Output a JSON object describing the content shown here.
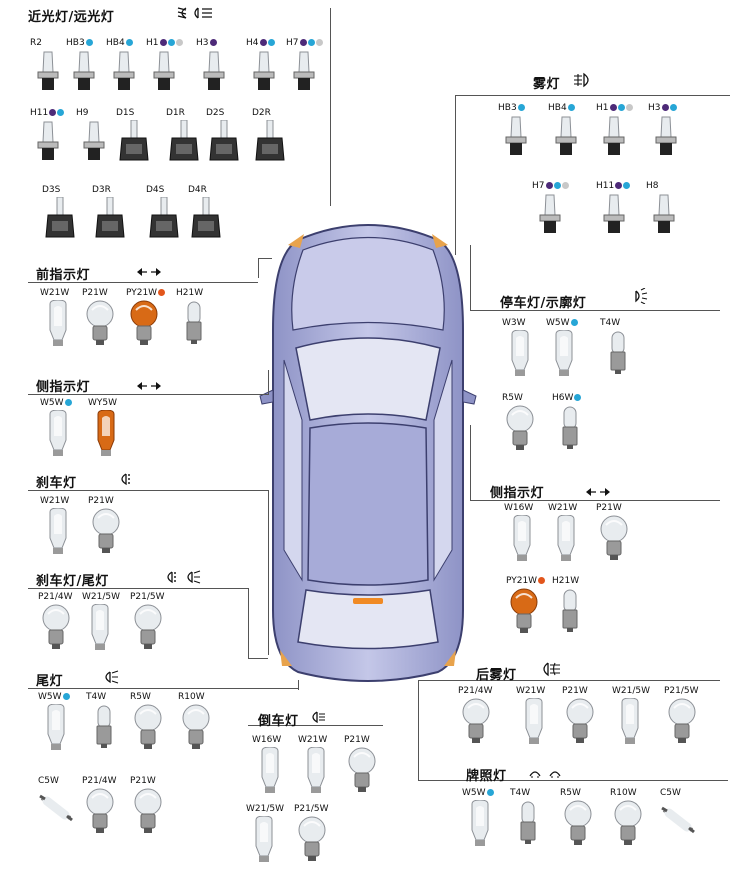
{
  "colors": {
    "glass": "#e8ecef",
    "amber": "#d86a16",
    "base": "#9a9a9a",
    "dot_purple": "#4d2a78",
    "dot_blue": "#27a6d6",
    "dot_grey": "#c8c8c8",
    "dot_orange": "#e2561c",
    "car_body": "#b4b8df",
    "car_outline": "#3c3f6e",
    "car_glass": "#e4e6f3"
  },
  "sections": {
    "low_high_beam": {
      "title": "近光灯/远光灯",
      "icon": "low-high-beam-icon"
    },
    "fog": {
      "title": "雾灯",
      "icon": "fog-light-icon"
    },
    "front_indicator": {
      "title": "前指示灯",
      "icon": "turn-arrows-icon"
    },
    "parking": {
      "title": "停车灯/示廓灯",
      "icon": "parking-light-icon"
    },
    "side_indicator_left": {
      "title": "侧指示灯",
      "icon": "turn-arrows-icon"
    },
    "side_indicator_right": {
      "title": "侧指示灯",
      "icon": "turn-arrows-icon"
    },
    "brake": {
      "title": "刹车灯",
      "icon": "brake-light-icon"
    },
    "brake_tail": {
      "title": "刹车灯/尾灯",
      "icon": "brake-tail-icon"
    },
    "rear_fog": {
      "title": "后雾灯",
      "icon": "rear-fog-icon"
    },
    "tail": {
      "title": "尾灯",
      "icon": "tail-light-icon"
    },
    "reverse": {
      "title": "倒车灯",
      "icon": "reverse-light-icon"
    },
    "plate": {
      "title": "牌照灯",
      "icon": "plate-light-icon"
    }
  },
  "bulbs": {
    "beam": [
      {
        "name": "R2",
        "dots": []
      },
      {
        "name": "HB3",
        "dots": [
          "blue"
        ]
      },
      {
        "name": "HB4",
        "dots": [
          "blue"
        ]
      },
      {
        "name": "H1",
        "dots": [
          "purple",
          "blue",
          "grey"
        ]
      },
      {
        "name": "H3",
        "dots": [
          "purple"
        ]
      },
      {
        "name": "H4",
        "dots": [
          "purple",
          "blue"
        ]
      },
      {
        "name": "H7",
        "dots": [
          "purple",
          "blue",
          "grey"
        ]
      },
      {
        "name": "H11",
        "dots": [
          "purple",
          "blue"
        ]
      },
      {
        "name": "H9",
        "dots": []
      },
      {
        "name": "D1S",
        "dots": []
      },
      {
        "name": "D1R",
        "dots": []
      },
      {
        "name": "D2S",
        "dots": []
      },
      {
        "name": "D2R",
        "dots": []
      },
      {
        "name": "D3S",
        "dots": []
      },
      {
        "name": "D3R",
        "dots": []
      },
      {
        "name": "D4S",
        "dots": []
      },
      {
        "name": "D4R",
        "dots": []
      }
    ],
    "fog": [
      {
        "name": "HB3",
        "dots": [
          "blue"
        ]
      },
      {
        "name": "HB4",
        "dots": [
          "blue"
        ]
      },
      {
        "name": "H1",
        "dots": [
          "purple",
          "blue",
          "grey"
        ]
      },
      {
        "name": "H3",
        "dots": [
          "purple",
          "blue"
        ]
      },
      {
        "name": "H7",
        "dots": [
          "purple",
          "blue",
          "grey"
        ]
      },
      {
        "name": "H11",
        "dots": [
          "purple",
          "blue"
        ]
      },
      {
        "name": "H8",
        "dots": []
      }
    ],
    "front_indicator": [
      {
        "name": "W21W",
        "dots": []
      },
      {
        "name": "P21W",
        "dots": []
      },
      {
        "name": "PY21W",
        "dots": [
          "orange"
        ]
      },
      {
        "name": "H21W",
        "dots": []
      }
    ],
    "parking": [
      {
        "name": "W3W",
        "dots": []
      },
      {
        "name": "W5W",
        "dots": [
          "blue"
        ]
      },
      {
        "name": "T4W",
        "dots": []
      },
      {
        "name": "R5W",
        "dots": []
      },
      {
        "name": "H6W",
        "dots": [
          "blue"
        ]
      }
    ],
    "side_left": [
      {
        "name": "W5W",
        "dots": [
          "blue"
        ]
      },
      {
        "name": "WY5W",
        "dots": []
      }
    ],
    "side_right": [
      {
        "name": "W16W",
        "dots": []
      },
      {
        "name": "W21W",
        "dots": []
      },
      {
        "name": "P21W",
        "dots": []
      },
      {
        "name": "PY21W",
        "dots": [
          "orange"
        ]
      },
      {
        "name": "H21W",
        "dots": []
      }
    ],
    "brake": [
      {
        "name": "W21W",
        "dots": []
      },
      {
        "name": "P21W",
        "dots": []
      }
    ],
    "brake_tail": [
      {
        "name": "P21/4W",
        "dots": []
      },
      {
        "name": "W21/5W",
        "dots": []
      },
      {
        "name": "P21/5W",
        "dots": []
      }
    ],
    "rear_fog": [
      {
        "name": "P21/4W",
        "dots": []
      },
      {
        "name": "W21W",
        "dots": []
      },
      {
        "name": "P21W",
        "dots": []
      },
      {
        "name": "W21/5W",
        "dots": []
      },
      {
        "name": "P21/5W",
        "dots": []
      }
    ],
    "tail": [
      {
        "name": "W5W",
        "dots": [
          "blue"
        ]
      },
      {
        "name": "T4W",
        "dots": []
      },
      {
        "name": "R5W",
        "dots": []
      },
      {
        "name": "R10W",
        "dots": []
      },
      {
        "name": "C5W",
        "dots": []
      },
      {
        "name": "P21/4W",
        "dots": []
      },
      {
        "name": "P21W",
        "dots": []
      }
    ],
    "reverse": [
      {
        "name": "W16W",
        "dots": []
      },
      {
        "name": "W21W",
        "dots": []
      },
      {
        "name": "P21W",
        "dots": []
      },
      {
        "name": "W21/5W",
        "dots": []
      },
      {
        "name": "P21/5W",
        "dots": []
      }
    ],
    "plate": [
      {
        "name": "W5W",
        "dots": [
          "blue"
        ]
      },
      {
        "name": "T4W",
        "dots": []
      },
      {
        "name": "R5W",
        "dots": []
      },
      {
        "name": "R10W",
        "dots": []
      },
      {
        "name": "C5W",
        "dots": []
      }
    ]
  }
}
